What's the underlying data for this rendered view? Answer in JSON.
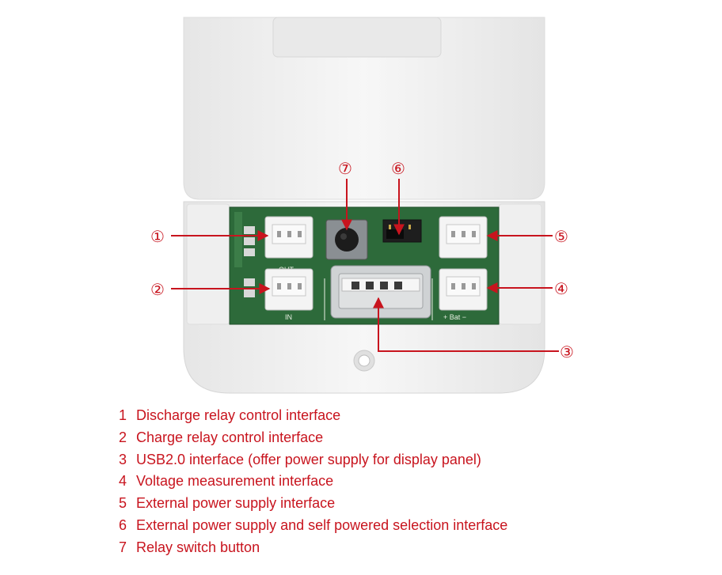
{
  "colors": {
    "callout": "#c8141e",
    "housing": "#f2f2f2",
    "pcb": "#2d6a3a",
    "connector": "#f4f4f4",
    "usb_metal": "#cfd2d4"
  },
  "callouts": [
    {
      "number": "①",
      "target": "discharge-relay-connector"
    },
    {
      "number": "②",
      "target": "charge-relay-connector"
    },
    {
      "number": "③",
      "target": "usb-port"
    },
    {
      "number": "④",
      "target": "voltage-measure-connector"
    },
    {
      "number": "⑤",
      "target": "external-power-connector"
    },
    {
      "number": "⑥",
      "target": "power-select-jumper"
    },
    {
      "number": "⑦",
      "target": "relay-switch-button"
    }
  ],
  "pcb_labels": {
    "out": "OUT",
    "in": "IN",
    "bat": "+ Bat −"
  },
  "legend": [
    {
      "number": "1",
      "text": "Discharge relay control interface"
    },
    {
      "number": "2",
      "text": "Charge relay control interface"
    },
    {
      "number": "3",
      "text": "USB2.0 interface (offer power supply for display panel)"
    },
    {
      "number": "4",
      "text": "Voltage measurement interface"
    },
    {
      "number": "5",
      "text": "External power supply interface"
    },
    {
      "number": "6",
      "text": "External power supply and self powered selection interface"
    },
    {
      "number": "7",
      "text": "Relay switch button"
    }
  ]
}
